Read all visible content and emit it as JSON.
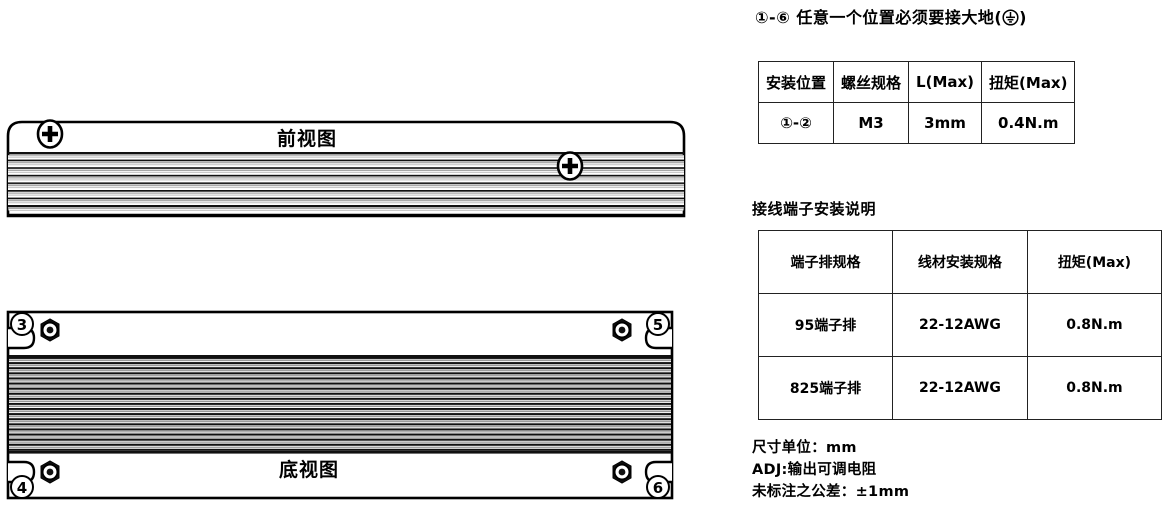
{
  "drawing": {
    "front_view": {
      "title": "前视图",
      "screws": [
        {
          "name": "ground-screw-1",
          "label": "⊕"
        },
        {
          "name": "ground-screw-2",
          "label": "⊕"
        }
      ]
    },
    "bottom_view": {
      "title": "底视图",
      "callouts": [
        "3",
        "4",
        "5",
        "6"
      ],
      "mounting_holes": 4
    }
  },
  "info": {
    "ground_note": {
      "from": "①",
      "dash": "-",
      "to": "⑥",
      "text": "任意一个位置必须要接大地(",
      "earth_symbol": "⏚",
      "close": ")",
      "full": "①-⑥ 任意一个位置必须要接大地(⏚)"
    },
    "screw_table": {
      "headers": [
        "安装位置",
        "螺丝规格",
        "L(Max)",
        "扭矩(Max)"
      ],
      "rows": [
        [
          "①-②",
          "M3",
          "3mm",
          "0.4N.m"
        ]
      ]
    },
    "terminal_heading": "接线端子安装说明",
    "terminal_table": {
      "headers": [
        "端子排规格",
        "线材安装规格",
        "扭矩(Max)"
      ],
      "rows": [
        [
          "95端子排",
          "22-12AWG",
          "0.8N.m"
        ],
        [
          "825端子排",
          "22-12AWG",
          "0.8N.m"
        ]
      ]
    },
    "notes": [
      "尺寸单位：mm",
      "ADJ:输出可调电阻",
      "未标注之公差：±1mm"
    ]
  },
  "colors": {
    "line": "#000000",
    "fin_light": "#9a9a9a",
    "background": "#ffffff"
  }
}
